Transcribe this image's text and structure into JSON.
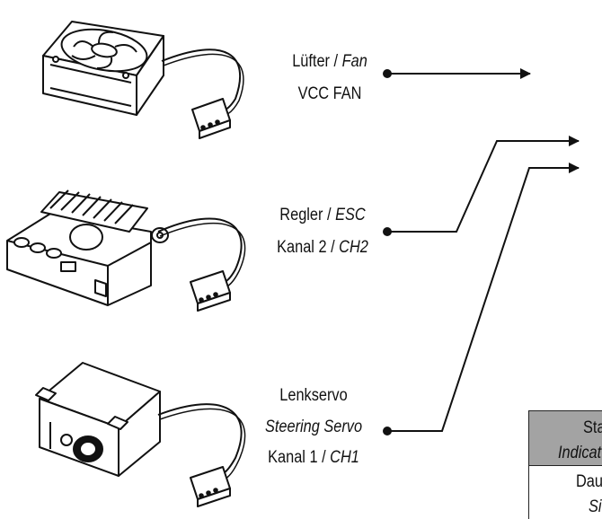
{
  "components": {
    "fan": {
      "name_de": "Lüfter",
      "sep": " / ",
      "name_en": "Fan",
      "port": "VCC FAN"
    },
    "esc": {
      "name_de": "Regler",
      "sep": " / ",
      "name_en": "ESC",
      "channel_de": "Kanal 2",
      "channel_en": "CH2"
    },
    "servo": {
      "name_de": "Lenkservo",
      "name_en": "Steering Servo",
      "channel_de": "Kanal 1",
      "channel_en": "CH1"
    }
  },
  "status_table": {
    "header_line1": "Sta",
    "header_line2": "Indicat",
    "row1_line1": "Dau",
    "row1_line2": "Si"
  },
  "colors": {
    "table_header": "#a3a3a3",
    "line": "#111111"
  }
}
